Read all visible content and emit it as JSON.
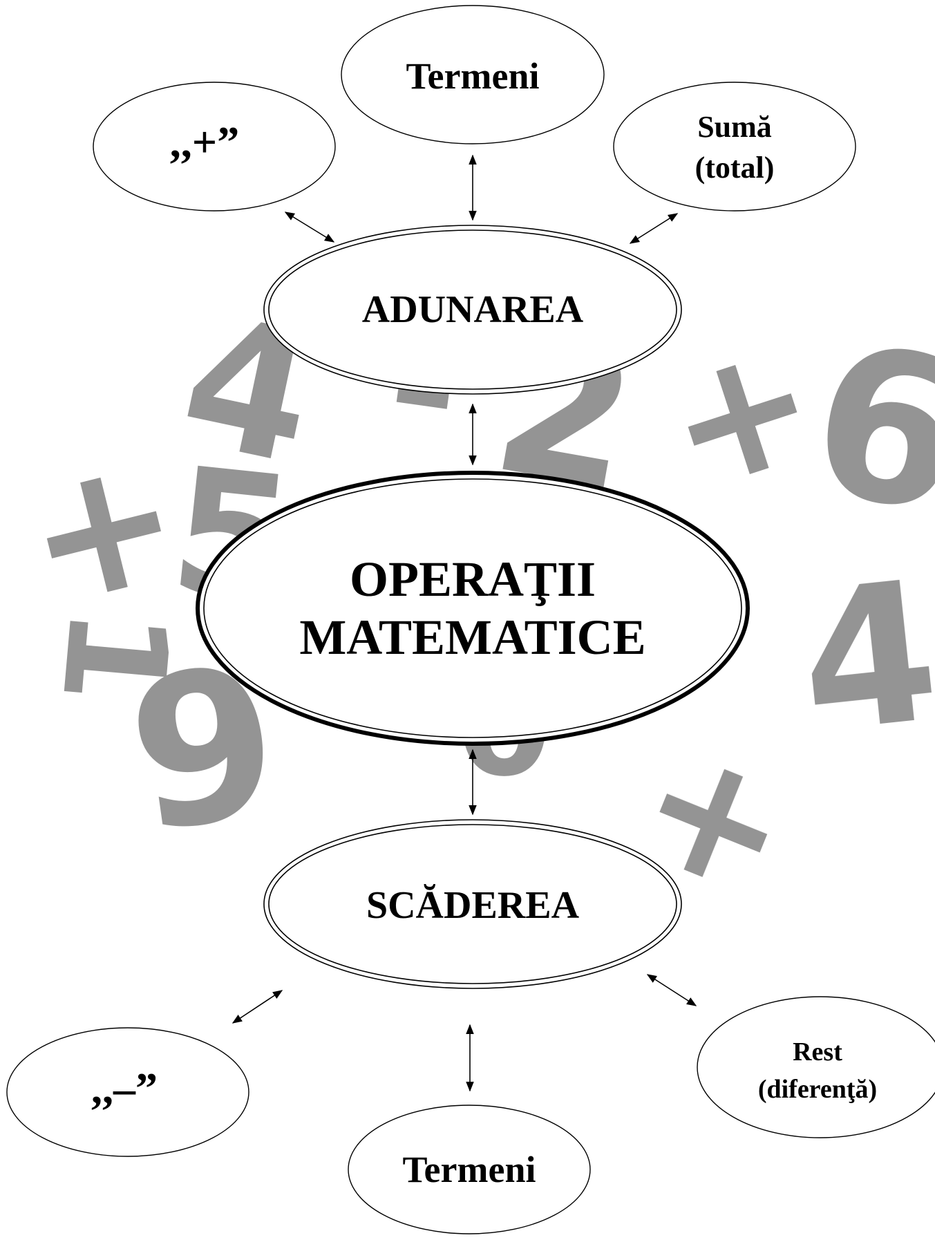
{
  "background": {
    "decorations": [
      {
        "glyph": "4",
        "color": "#7ed0f0"
      },
      {
        "glyph": "-",
        "color": "#6fd89a"
      },
      {
        "glyph": "2",
        "color": "#f6a0c8"
      },
      {
        "glyph": "+",
        "color": "#f59ab3"
      },
      {
        "glyph": "6",
        "color": "#f8b878"
      },
      {
        "glyph": "+",
        "color": "#f6a0d4"
      },
      {
        "glyph": "5",
        "color": "#8fe08a"
      },
      {
        "glyph": "1",
        "color": "#8fd8f0"
      },
      {
        "glyph": "9",
        "color": "#f7a884"
      },
      {
        "glyph": "4",
        "color": "#c4a6ee"
      },
      {
        "glyph": "+",
        "color": "#f59ac8"
      },
      {
        "glyph": "0",
        "color": "#8fc8f0"
      }
    ]
  },
  "diagram": {
    "center": {
      "line1": "OPERAŢII",
      "line2": "MATEMATICE"
    },
    "addition": {
      "label": "ADUNAREA",
      "children": {
        "sign": ",,+”",
        "terms": "Termeni",
        "result_line1": "Sumă",
        "result_line2": "(total)"
      }
    },
    "subtraction": {
      "label": "SCĂDEREA",
      "children": {
        "sign": ",,–”",
        "terms": "Termeni",
        "result_line1": "Rest",
        "result_line2": "(diferenţă)"
      }
    }
  }
}
